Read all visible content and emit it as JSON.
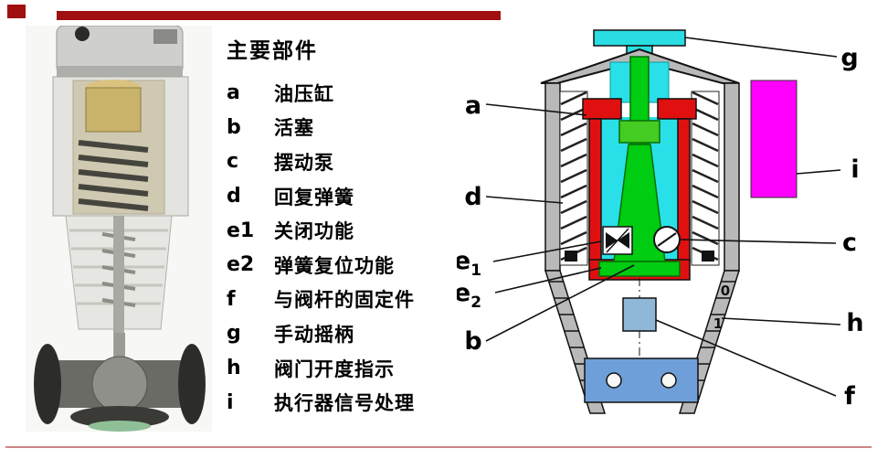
{
  "colors": {
    "accent_red": "#a01010",
    "bottom_line_red": "#cc8585",
    "crank_cyan": "#2adde2",
    "liquid_cyan": "#29e0e8",
    "cylinder_red": "#e01010",
    "piston_green": "#00cc11",
    "nut_green": "#44cc22",
    "signal_magenta": "#ff00ff",
    "plate_blue": "#6f9fd8",
    "coupler_blue": "#8fb8d8"
  },
  "legend": {
    "title": "主要部件",
    "items": [
      {
        "key": "a",
        "label": "油压缸"
      },
      {
        "key": "b",
        "label": "活塞"
      },
      {
        "key": "c",
        "label": "摆动泵"
      },
      {
        "key": "d",
        "label": "回复弹簧"
      },
      {
        "key": "e1",
        "label": "关闭功能"
      },
      {
        "key": "e2",
        "label": "弹簧复位功能"
      },
      {
        "key": "f",
        "label": "与阀杆的固定件"
      },
      {
        "key": "g",
        "label": "手动摇柄"
      },
      {
        "key": "h",
        "label": "阀门开度指示"
      },
      {
        "key": "i",
        "label": "执行器信号处理"
      }
    ]
  },
  "diagram": {
    "left_labels": [
      {
        "main": "a",
        "sub": ""
      },
      {
        "main": "d",
        "sub": ""
      },
      {
        "main": "e",
        "sub": "1"
      },
      {
        "main": "e",
        "sub": "2"
      },
      {
        "main": "b",
        "sub": ""
      }
    ],
    "right_labels": [
      "g",
      "i",
      "c",
      "h",
      "f"
    ],
    "scale": [
      "0",
      "1"
    ]
  }
}
